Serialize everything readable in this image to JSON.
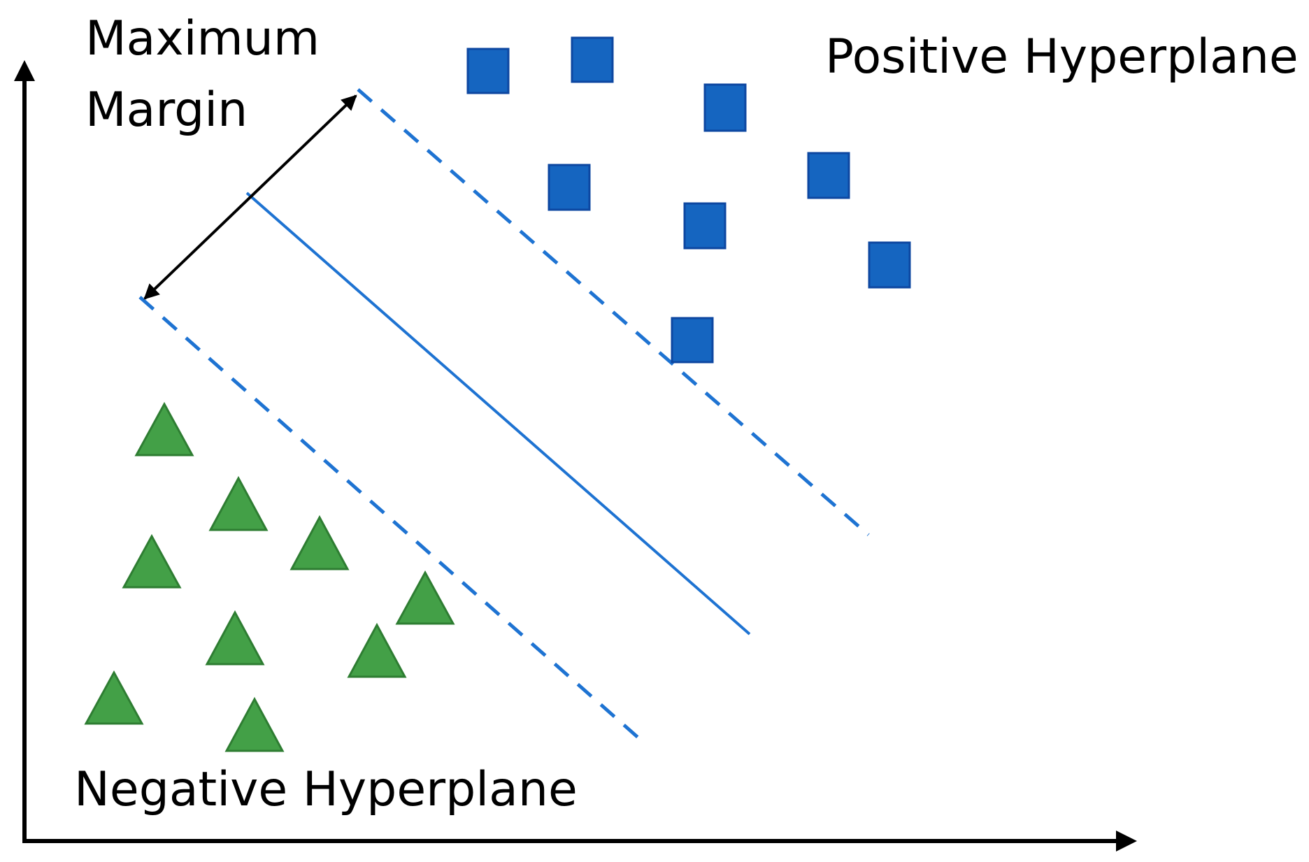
{
  "labels": {
    "maximum_margin": [
      "Maximum",
      "Margin"
    ],
    "positive_hyperplane": "Positive Hyperplane",
    "negative_hyperplane": "Negative Hyperplane"
  },
  "points": {
    "positive_class_count": 8,
    "negative_class_count": 9,
    "positive_shape": "square",
    "negative_shape": "triangle"
  },
  "colors": {
    "positive_fill": "#1565c0",
    "positive_stroke": "#0d47a1",
    "negative_fill": "#43a047",
    "negative_stroke": "#2e7d32",
    "hyperplane": "#1e73d2",
    "axes": "#000000",
    "margin_arrow": "#000000"
  }
}
